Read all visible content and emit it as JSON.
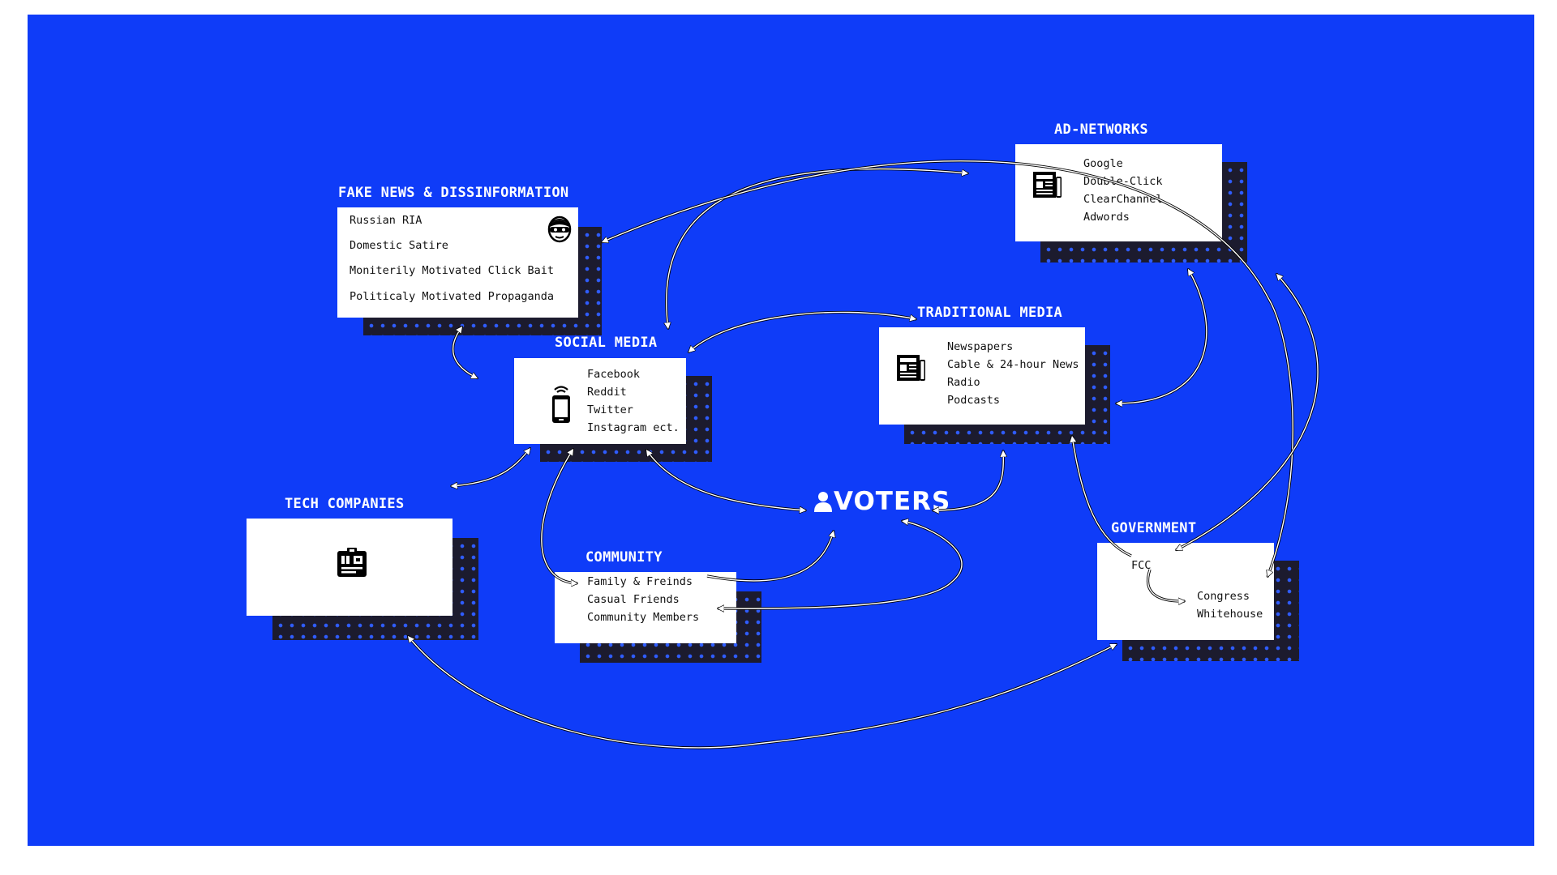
{
  "diagram": {
    "background_color": "#0f3cf8",
    "center_node": {
      "label": "VOTERS",
      "icon": "person-icon"
    },
    "nodes": {
      "fake_news": {
        "title": "FAKE NEWS & DISSINFORMATION",
        "icon": "masked-face-icon",
        "items": [
          "Russian RIA",
          "Domestic Satire",
          "Moniterily Motivated Click Bait",
          "Politicaly Motivated Propaganda"
        ]
      },
      "ad_networks": {
        "title": "AD-NETWORKS",
        "icon": "newspaper-icon",
        "items": [
          "Google",
          "Double-Click",
          "ClearChannel",
          "Adwords"
        ]
      },
      "social_media": {
        "title": "SOCIAL MEDIA",
        "icon": "smartphone-icon",
        "items": [
          "Facebook",
          "Reddit",
          "Twitter",
          "Instagram ect."
        ]
      },
      "traditional_media": {
        "title": "TRADITIONAL MEDIA",
        "icon": "newspaper-icon",
        "items": [
          "Newspapers",
          "Cable & 24-hour News",
          "Radio",
          "Podcasts"
        ]
      },
      "tech_companies": {
        "title": "TECH COMPANIES",
        "icon": "id-badge-icon",
        "items": []
      },
      "community": {
        "title": "COMMUNITY",
        "items": [
          "Family & Freinds",
          "Casual Friends",
          "Community Members"
        ]
      },
      "government": {
        "title": "GOVERNMENT",
        "fcc": "FCC",
        "items": [
          "Congress",
          "Whitehouse"
        ]
      }
    }
  }
}
